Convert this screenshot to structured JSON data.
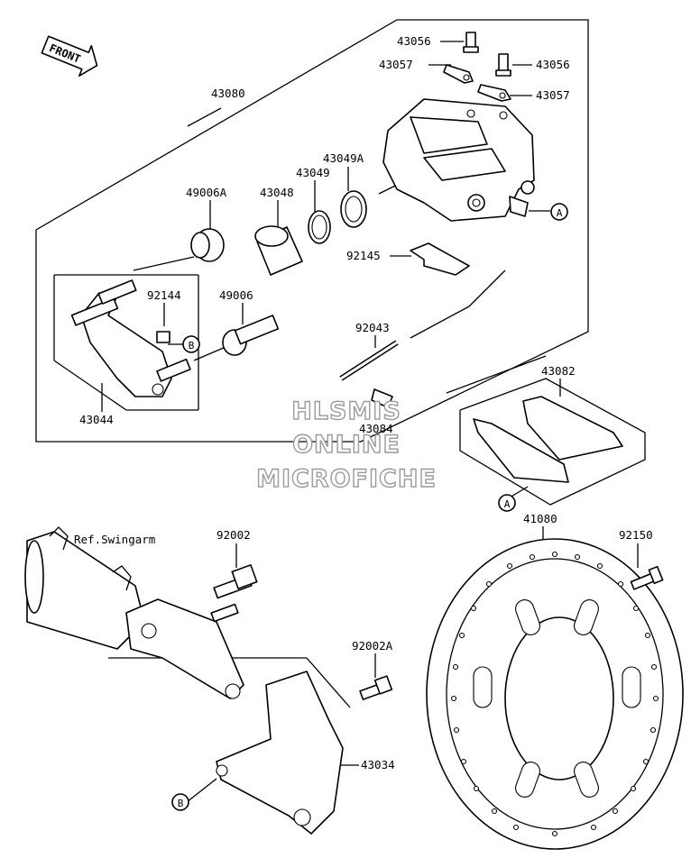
{
  "front_badge": "FRONT",
  "watermark": [
    "HLSMIS",
    "ONLINE",
    "MICROFICHE"
  ],
  "labels": {
    "p43056a": "43056",
    "p43057a": "43057",
    "p43056b": "43056",
    "p43057b": "43057",
    "p43080": "43080",
    "p49006A": "49006A",
    "p43048": "43048",
    "p43049": "43049",
    "p43049A": "43049A",
    "p92145": "92145",
    "p92144": "92144",
    "p49006": "49006",
    "p43044": "43044",
    "p92043": "92043",
    "p43084": "43084",
    "p43082": "43082",
    "ref_swingarm": "Ref.Swingarm",
    "p92002": "92002",
    "p41080": "41080",
    "p92150": "92150",
    "p92002A": "92002A",
    "p43034": "43034"
  },
  "callouts": {
    "a1": "A",
    "a2": "A",
    "b1": "B",
    "b2": "B"
  }
}
